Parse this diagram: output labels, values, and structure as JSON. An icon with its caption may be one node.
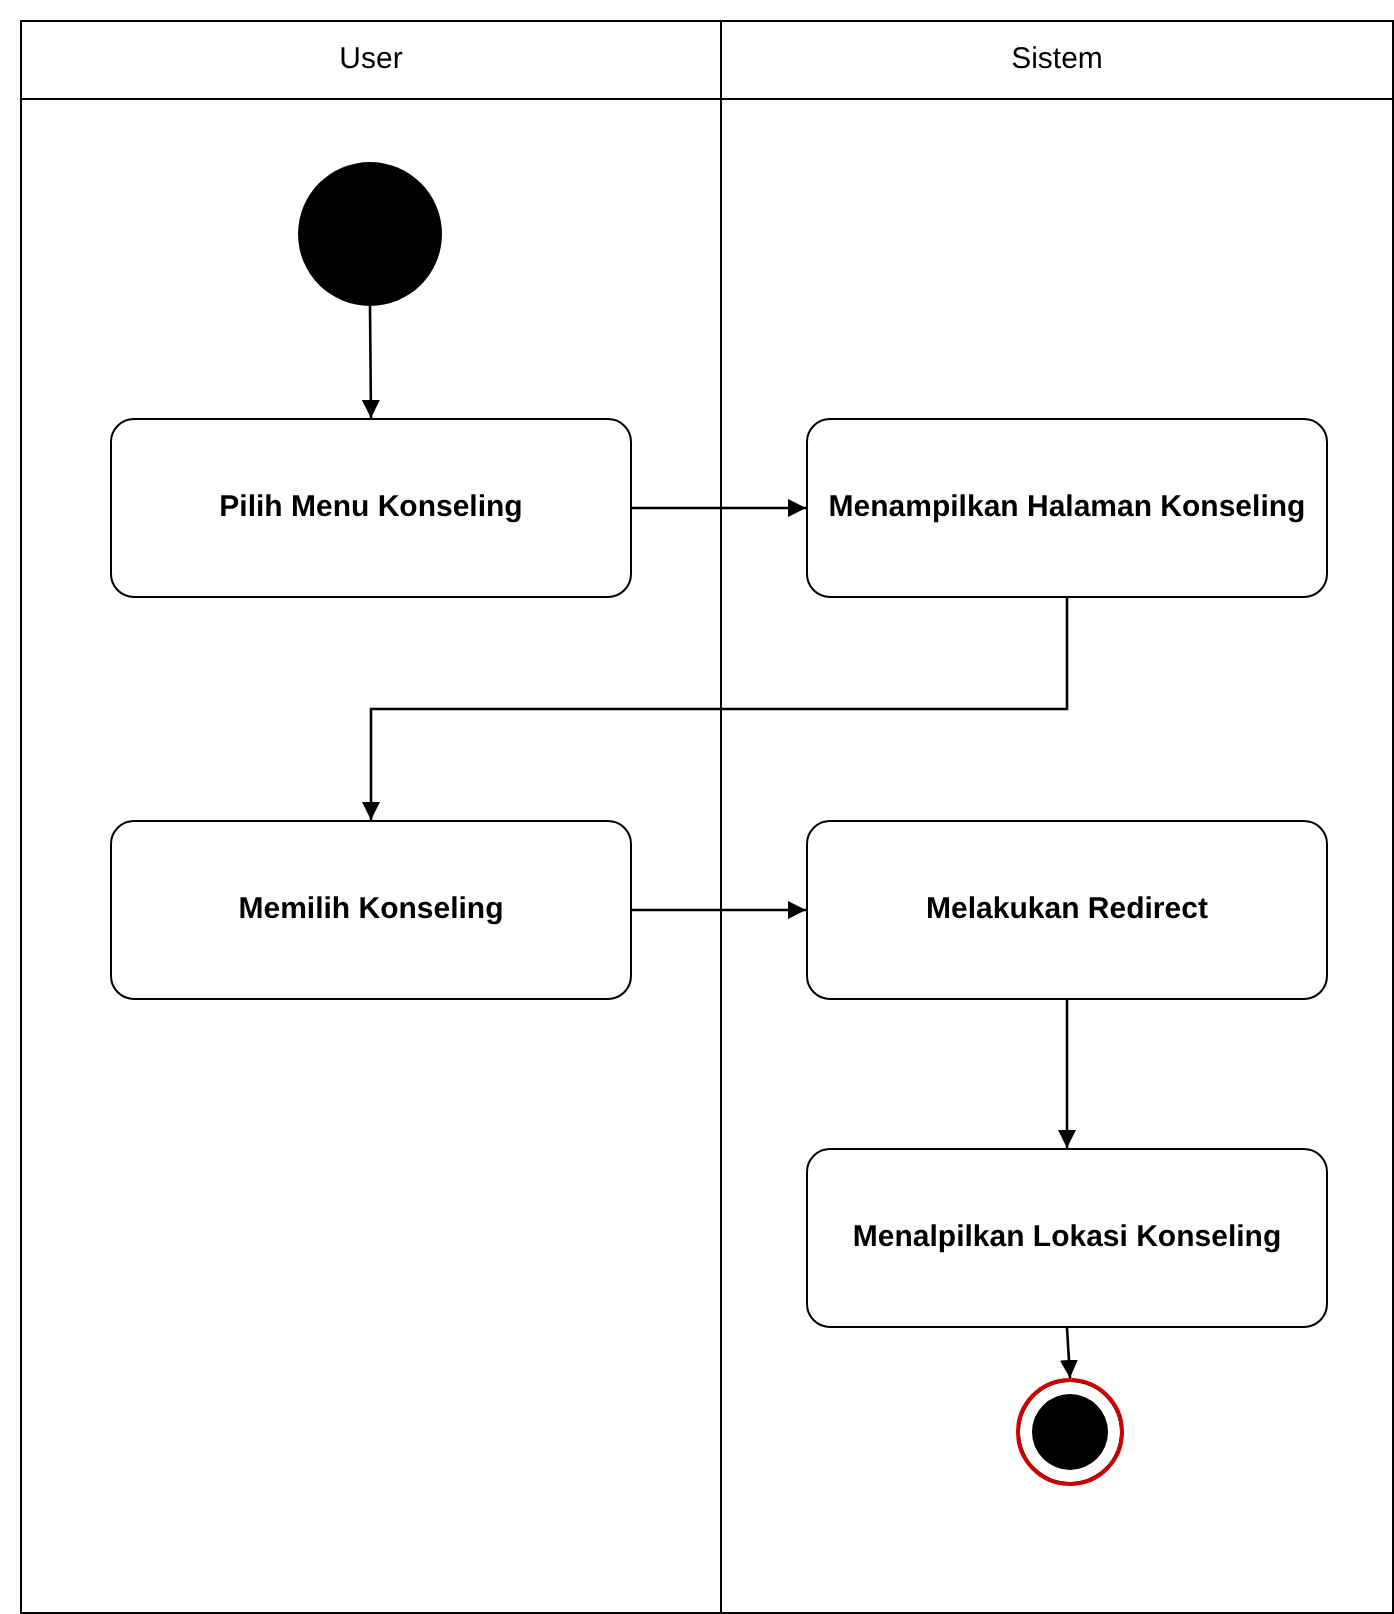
{
  "diagram": {
    "nodes": [
      {
        "text": [
          "User"
        ]
      },
      {
        "text": [
          "Sistem"
        ]
      },
      {
        "text": [],
        "shape": "circle",
        "in": 0
      },
      {
        "text": [
          "Pilih Menu Konseling"
        ],
        "in": 0
      },
      {
        "text": [
          "Menampilkan Halaman Konseling"
        ],
        "in": 1
      },
      {
        "text": [
          "Memilih Konseling"
        ],
        "in": 0
      },
      {
        "text": [
          "Melakukan Redirect"
        ],
        "in": 1
      },
      {
        "text": [
          "Menalpilkan Lokasi Konseling"
        ],
        "in": 1
      },
      {
        "text": [],
        "shape": "circle",
        "in": 1
      }
    ],
    "edges": [
      {
        "from": 2,
        "to": 3,
        "arrow": "to"
      },
      {
        "from": 3,
        "to": 4,
        "arrow": "to"
      },
      {
        "from": 4,
        "to": 5,
        "arrow": "to"
      },
      {
        "from": 5,
        "to": 6,
        "arrow": "to"
      },
      {
        "from": 6,
        "to": 7,
        "arrow": "to"
      },
      {
        "from": 7,
        "to": 8,
        "arrow": "to"
      }
    ]
  }
}
